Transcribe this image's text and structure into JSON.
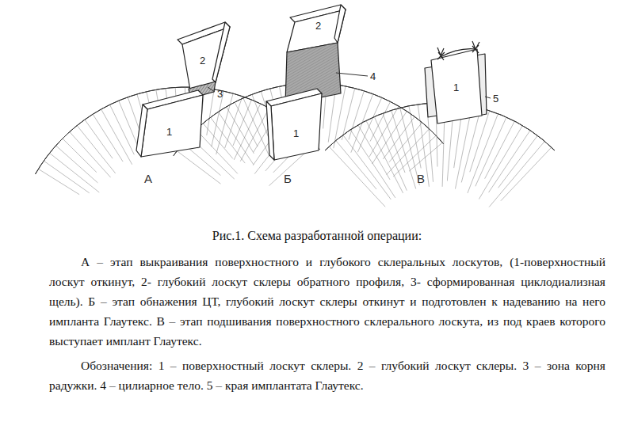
{
  "diagram": {
    "title": "Рис.1. Схема разработанной операции:",
    "caption": "А – этап выкраивания поверхностного и глубокого склеральных лоскутов, (1-поверхностный лоскут откинут, 2- глубокий лоскут склеры обратного профиля, 3- сформированная циклодиализная щель). Б – этап обнажения ЦТ, глубокий лоскут склеры откинут и подготовлен к надеванию на него импланта Глаутекс. В – этап подшивания поверхностного склерального лоскута, из под краев которого выступает имплант Глаутекс.",
    "labels": [
      "2",
      "3",
      "1",
      "2",
      "4",
      "1",
      "1",
      "5",
      "А",
      "Б",
      "В",
      "Обозначения: 1 – поверхностный лоскут склеры. 2 – глубокий лоскут склеры. 3 – зона корня радужки. 4 – цилиарное тело. 5 – края имплантата Глаутекс."
    ]
  }
}
